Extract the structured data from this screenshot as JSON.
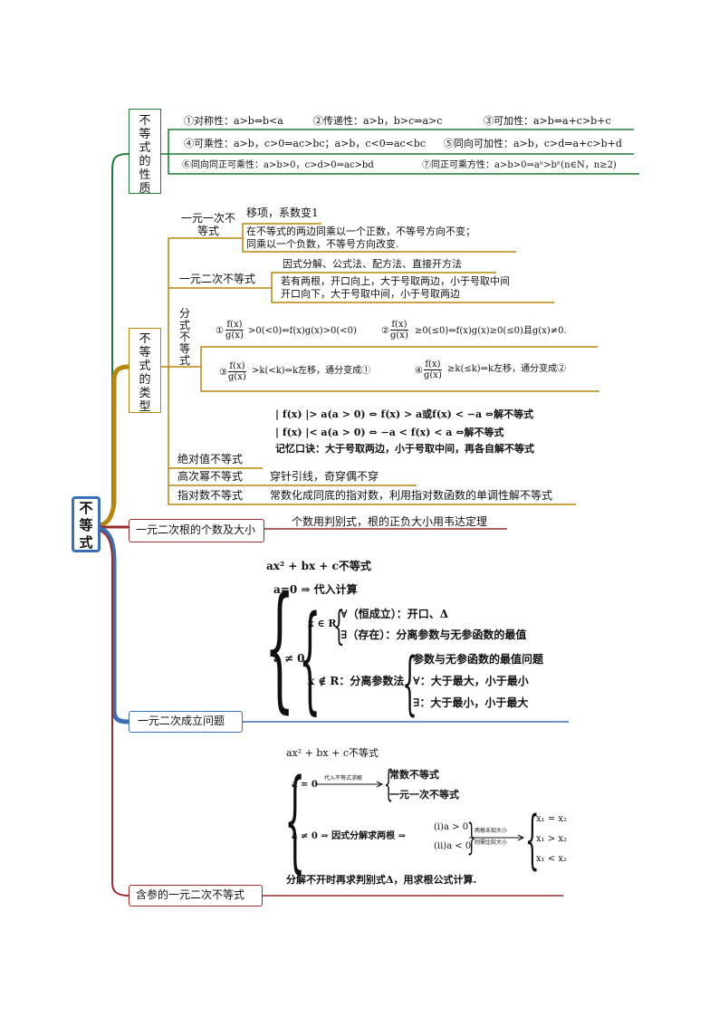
{
  "root": "不等式",
  "properties": {
    "title": "不等式的性质",
    "p1": "①对称性：a>b⇔b<a",
    "p2": "②传递性：a>b，b>c⇒a>c",
    "p3": "③可加性：a>b⇔a+c>b+c",
    "p4": "④可乘性：a>b，c>0⇒ac>bc；a>b，c<0⇒ac<bc",
    "p5": "⑤同向可加性：a>b，c>d⇒a+c>b+d",
    "p6": "⑥同向同正可乘性：a>b>0，c>d>0⇒ac>bd",
    "p7": "⑦同正可乘方性：a>b>0⇒aⁿ>bⁿ(n∈N，n≥2)"
  },
  "types": {
    "title": "不等式的类型",
    "linear": {
      "label": "一元一次不等式",
      "l1": "移项，系数变1",
      "l2": "在不等式的两边同乘以一个正数，不等号方向不变；",
      "l3": "同乘以一个负数，不等号方向改变."
    },
    "quadratic": {
      "label": "一元二次不等式",
      "l1": "因式分解、公式法、配方法、直接开方法",
      "l2": "若有两根，开口向上，大于号取两边，小于号取中间",
      "l3": "开口向下，大于号取中间，小于号取两边"
    },
    "fractional": {
      "label": "分式不等式",
      "f1_num": "f(x)",
      "f1_den": "g(x)",
      "f1_pre": "①",
      "f1_post": ">0(<0)⇔f(x)g(x)>0(<0)",
      "f2_pre": "②",
      "f2_post": "≥0(≤0)⇔f(x)g(x)≥0(≤0)且g(x)≠0.",
      "f3_pre": "③",
      "f3_post": ">k(<k)⇔k左移，通分变成①",
      "f4_pre": "④",
      "f4_post": "≥k(≤k)⇔k左移，通分变成②"
    },
    "absolute": {
      "label": "绝对值不等式",
      "l1": "| f(x) |> a(a > 0) ⇔ f(x) > a或f(x) < −a ⇔解不等式",
      "l2": "| f(x) |< a(a > 0) ⇔ −a < f(x) < a ⇔解不等式",
      "l3": "记忆口诀：大于号取两边，小于号取中间，再各自解不等式"
    },
    "higher": {
      "label": "高次幂不等式",
      "text": "穿针引线，奇穿偶不穿"
    },
    "exponential": {
      "label": "指对数不等式",
      "text": "常数化成同底的指对数，利用指对数函数的单调性解不等式"
    }
  },
  "roots": {
    "label": "一元二次根的个数及大小",
    "text": "个数用判别式，根的正负大小用韦达定理"
  },
  "holds": {
    "label": "一元二次成立问题",
    "head": "ax² + bx + c不等式",
    "a0": "a=0 ⇒ 代入计算",
    "ane0": "a ≠ 0",
    "xinR": "x ∈ R",
    "forall": "∀（恒成立）：开口、Δ",
    "exists": "∃（存在）：分离参数与无参函数的最值",
    "xnotR": "x ∉ R：分离参数法",
    "sep1": "参数与无参函数的最值问题",
    "sep2": "∀：大于最大，小于最小",
    "sep3": "∃：大于最小，小于最大"
  },
  "param": {
    "label": "含参的一元二次不等式",
    "head": "ax² + bx + c不等式",
    "a0": "a = 0",
    "arrow_label": "代入不等式求解",
    "const": "常数不等式",
    "linear": "一元一次不等式",
    "ane0": "a ≠ 0 ⇒ 因式分解求两根 ⇒",
    "c1": "(i)a > 0",
    "c2": "(ii)a < 0",
    "mid1": "两根未知大小",
    "mid2": "则需比较大小",
    "r1": "x₁ = x₂",
    "r2": "x₁ > x₂",
    "r3": "x₁ < x₂",
    "note": "分解不开时再求判别式Δ，用求根公式计算."
  },
  "colors": {
    "green": "#1e7a34",
    "gold": "#b8860b",
    "red": "#9b2b2b",
    "blue": "#3a6fb5"
  }
}
